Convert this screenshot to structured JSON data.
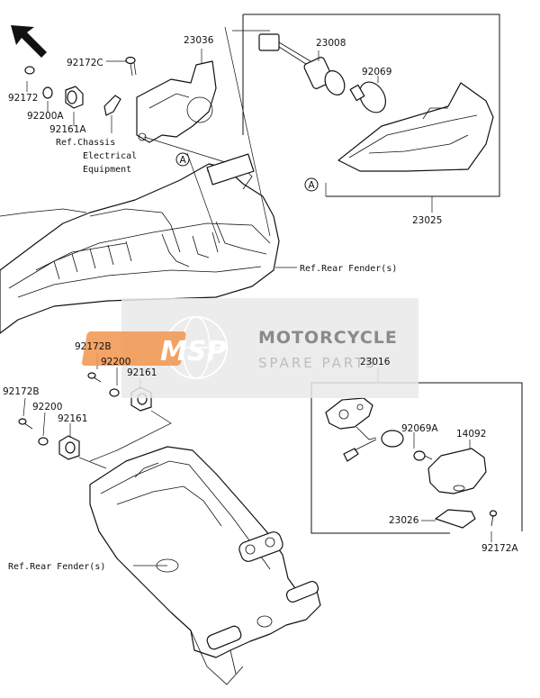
{
  "parts": {
    "p23036": "23036",
    "p92172C": "92172C",
    "p92172": "92172",
    "p92200A": "92200A",
    "p92161A": "92161A",
    "p23008": "23008",
    "p92069": "92069",
    "p23025": "23025",
    "p92172B_1": "92172B",
    "p92200_1": "92200",
    "p92161_1": "92161",
    "p92172B_2": "92172B",
    "p92200_2": "92200",
    "p92161_2": "92161",
    "p23016": "23016",
    "p92069A": "92069A",
    "p14092": "14092",
    "p23026": "23026",
    "p92172A": "92172A"
  },
  "refs": {
    "chassis_1": "Ref.Chassis",
    "chassis_2": "Electrical",
    "chassis_3": "Equipment",
    "rear_fender_1": "Ref.Rear Fender(s)",
    "rear_fender_2": "Ref.Rear Fender(s)",
    "circle_a1": "A",
    "circle_a2": "A"
  },
  "watermark": {
    "logo": "MSP",
    "line1": "MOTORCYCLE",
    "line2": "SPARE PARTS"
  },
  "colors": {
    "watermark_accent": "#f29a57",
    "line": "#111111"
  }
}
